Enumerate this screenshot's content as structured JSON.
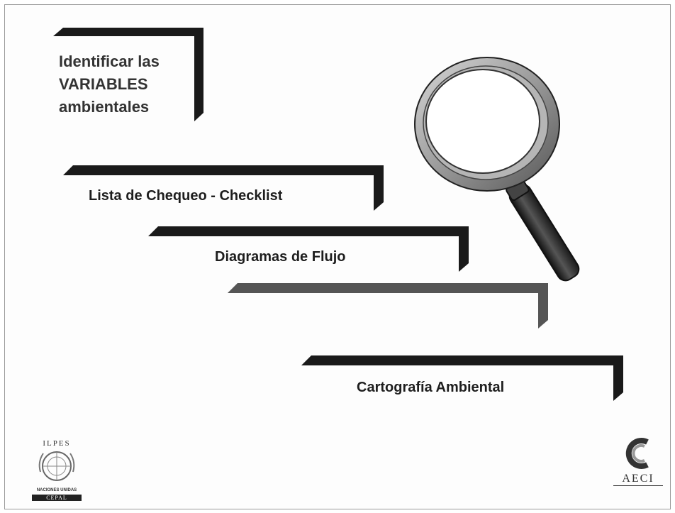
{
  "title": {
    "line1": "Identificar  las",
    "line2": "VARIABLES",
    "line3": "ambientales"
  },
  "steps": [
    {
      "label": "Lista de Chequeo - Checklist"
    },
    {
      "label": "Diagramas de Flujo"
    },
    {
      "label": ""
    },
    {
      "label": "Cartografía Ambiental"
    }
  ],
  "logos": {
    "left": {
      "top_text": "ILPES",
      "mid_text": "NACIONES UNIDAS",
      "bottom_text": "CEPAL"
    },
    "right": {
      "text": "AECI"
    }
  },
  "icons": {
    "magnifier": "magnifying-glass-icon",
    "un_emblem": "un-emblem-icon",
    "aeci_mark": "aeci-c-logo-icon"
  }
}
